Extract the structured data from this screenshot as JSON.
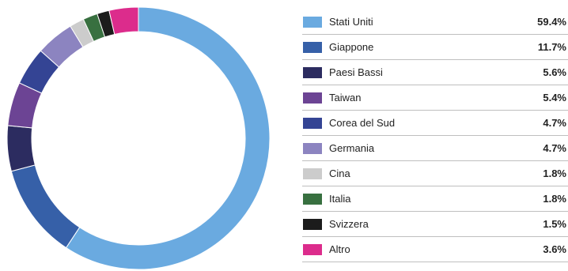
{
  "chart_data": {
    "type": "pie",
    "variant": "donut",
    "categories": [
      "Stati Uniti",
      "Giappone",
      "Paesi Bassi",
      "Taiwan",
      "Corea del Sud",
      "Germania",
      "Cina",
      "Italia",
      "Svizzera",
      "Altro"
    ],
    "values": [
      59.4,
      11.7,
      5.6,
      5.4,
      4.7,
      4.7,
      1.8,
      1.8,
      1.5,
      3.6
    ],
    "value_labels": [
      "59.4%",
      "11.7%",
      "5.6%",
      "5.4%",
      "4.7%",
      "4.7%",
      "1.8%",
      "1.8%",
      "1.5%",
      "3.6%"
    ],
    "colors": [
      "#6aaae0",
      "#3660a8",
      "#2c2c60",
      "#6c4494",
      "#344494",
      "#8c84c0",
      "#cccccc",
      "#387040",
      "#1c1c1c",
      "#dc2c8c"
    ],
    "start": "top",
    "direction": "clockwise",
    "title": "",
    "legend_placement": "right"
  }
}
